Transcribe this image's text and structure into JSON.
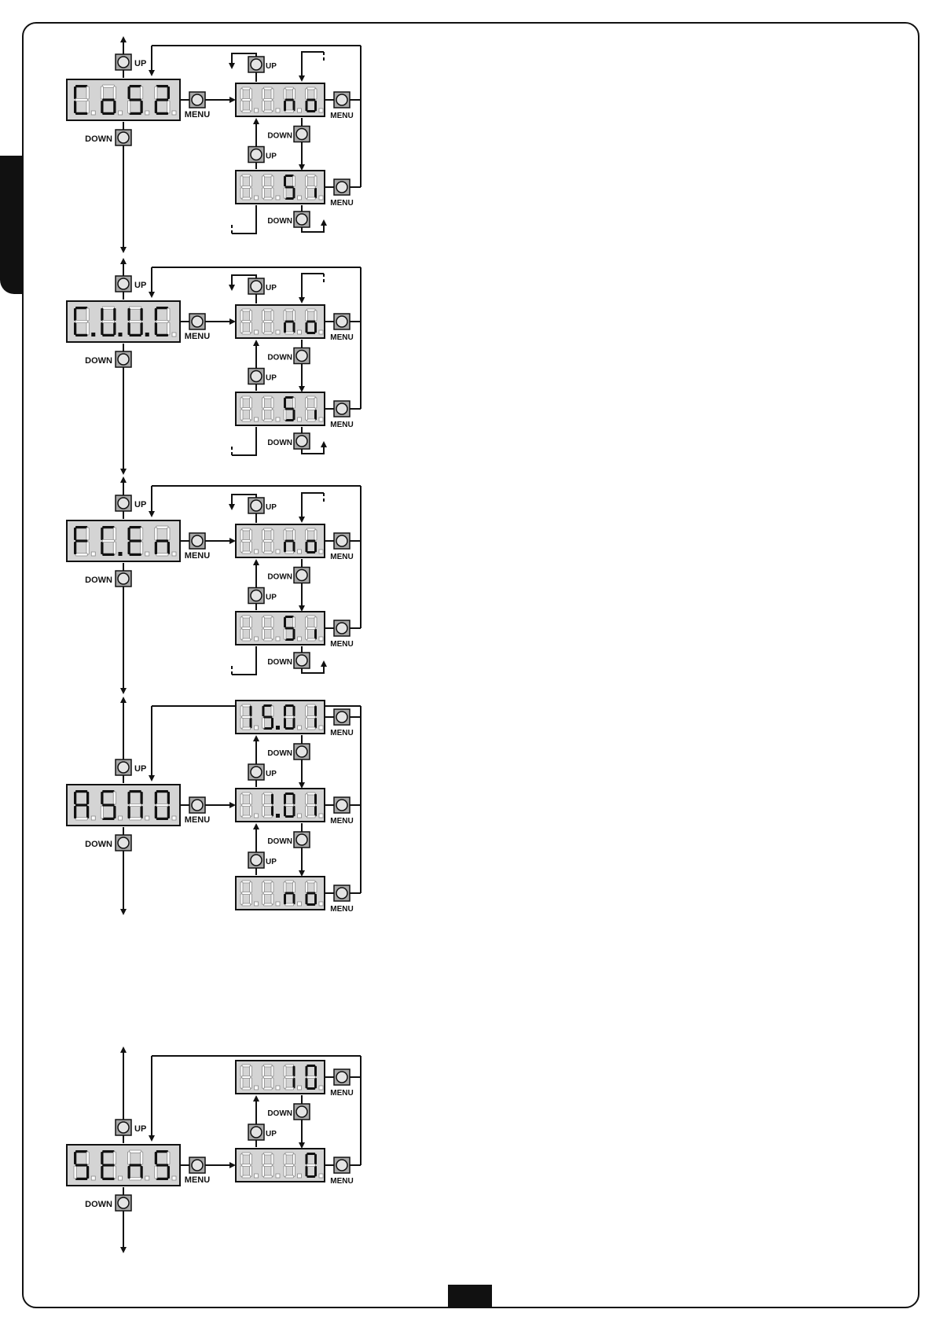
{
  "labels": {
    "up": "UP",
    "down": "DOWN",
    "menu": "MENU"
  },
  "colors": {
    "display_bg": "#d4d4d4",
    "button_bg": "#a8a8a8",
    "segment_on": "#111111",
    "segment_off": "#bdbdbd",
    "ink": "#111111"
  },
  "sections": [
    {
      "id": "cos2",
      "type": "bool",
      "main": "CoS2",
      "options": [
        "no",
        "Si"
      ]
    },
    {
      "id": "cvuc",
      "type": "bool",
      "main": "C.U.U.C",
      "options": [
        "no",
        "Si"
      ]
    },
    {
      "id": "fcen",
      "type": "bool",
      "main": "FC.En",
      "options": [
        "no",
        "Si"
      ]
    },
    {
      "id": "asm0",
      "type": "range",
      "main": "ASM0",
      "options": [
        "15.0!",
        "1.0!",
        "no"
      ]
    },
    {
      "id": "sens",
      "type": "pair",
      "main": "SEnS",
      "options": [
        "10",
        "0"
      ]
    }
  ]
}
